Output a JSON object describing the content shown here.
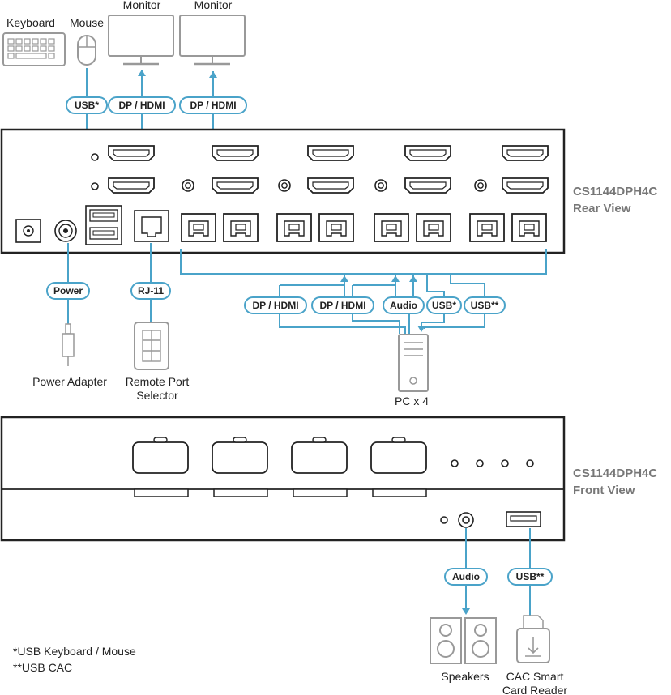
{
  "peripherals": {
    "keyboard": "Keyboard",
    "mouse": "Mouse",
    "monitor1": "Monitor",
    "monitor2": "Monitor"
  },
  "connections": {
    "usb_kbm": "USB*",
    "dp_hdmi_1": "DP / HDMI",
    "dp_hdmi_2": "DP / HDMI",
    "power": "Power",
    "rj11": "RJ-11",
    "pc_dp_hdmi_1": "DP / HDMI",
    "pc_dp_hdmi_2": "DP / HDMI",
    "pc_audio": "Audio",
    "pc_usb_kbm": "USB*",
    "pc_usb_cac": "USB**",
    "front_audio": "Audio",
    "front_usb_cac": "USB**"
  },
  "devices": {
    "power_adapter": "Power Adapter",
    "remote_port_line1": "Remote Port",
    "remote_port_line2": "Selector",
    "pc": "PC x 4",
    "speakers": "Speakers",
    "cac_line1": "CAC Smart",
    "cac_line2": "Card Reader"
  },
  "rear": {
    "model": "CS1144DPH4C",
    "view": "Rear View"
  },
  "front": {
    "model": "CS1144DPH4C",
    "view": "Front View"
  },
  "footnotes": {
    "note1": "*USB Keyboard / Mouse",
    "note2": "**USB CAC"
  },
  "colors": {
    "wire": "#4aa3c9",
    "device_outline": "#999999",
    "chassis": "#222222"
  }
}
